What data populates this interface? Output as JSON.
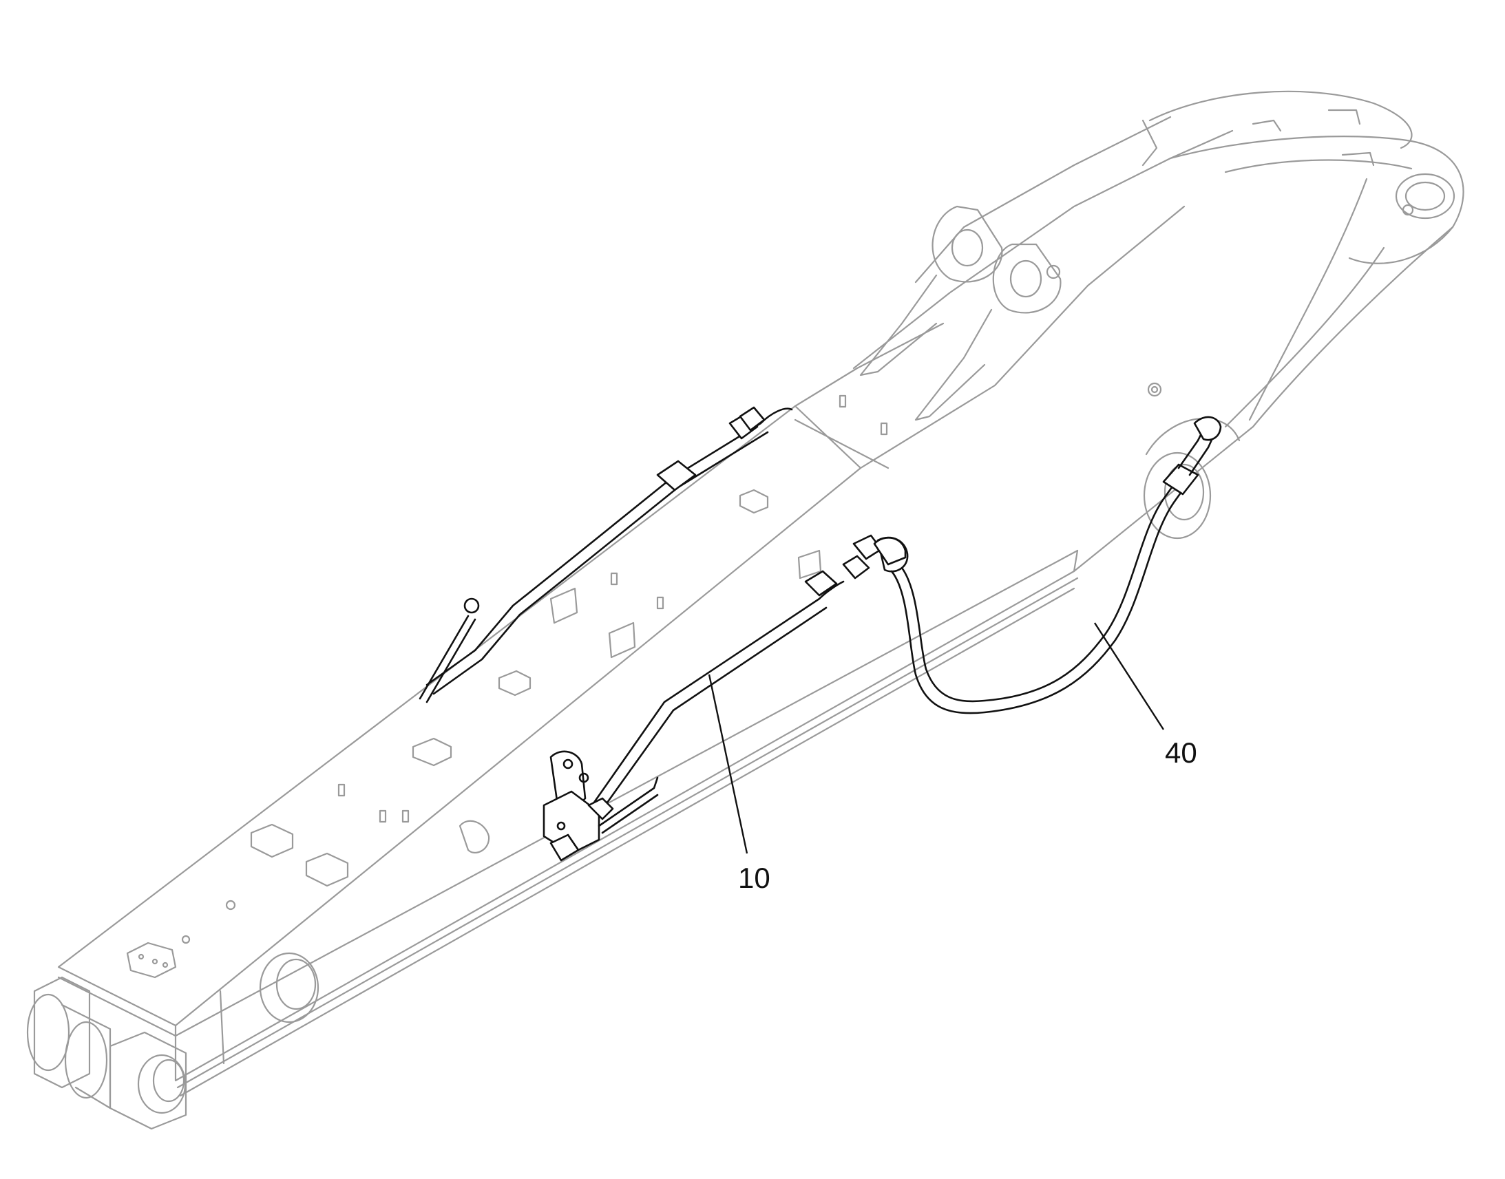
{
  "callouts": [
    {
      "id": "10",
      "label": "10"
    },
    {
      "id": "40",
      "label": "40"
    }
  ]
}
